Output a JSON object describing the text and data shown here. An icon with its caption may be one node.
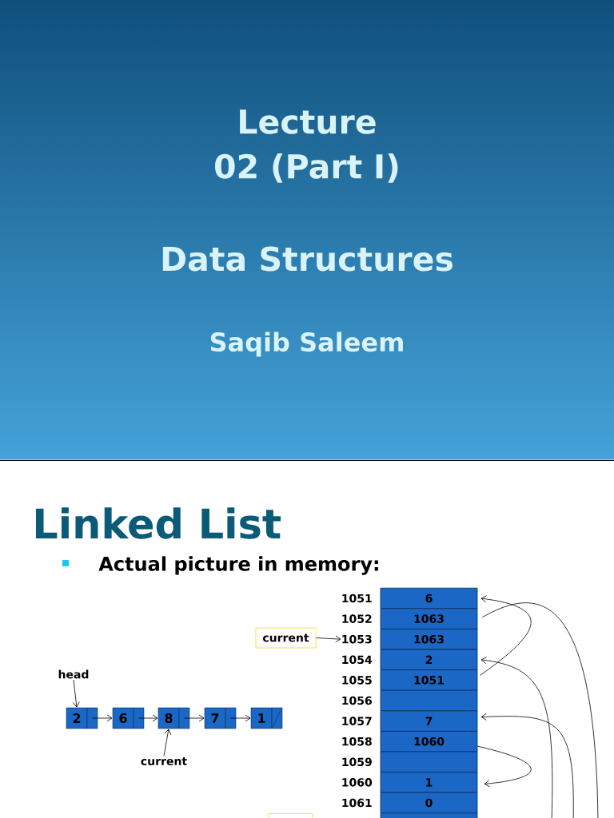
{
  "diagram": {
    "nodes": [
      {
        "text": [
          "head"
        ]
      },
      {
        "text": [
          "2"
        ]
      },
      {
        "text": [
          "6"
        ]
      },
      {
        "text": [
          "8"
        ]
      },
      {
        "text": [
          "7"
        ]
      },
      {
        "text": [
          "1"
        ]
      },
      {
        "text": [
          "current"
        ]
      },
      {
        "text": [
          "current"
        ]
      },
      {
        "text": [
          "6"
        ],
        "beside": [
          "1051"
        ]
      },
      {
        "text": [
          "1063"
        ],
        "beside": [
          "1052"
        ]
      },
      {
        "text": [
          "1063"
        ],
        "beside": [
          "1053"
        ]
      },
      {
        "text": [
          "2"
        ],
        "beside": [
          "1054"
        ]
      },
      {
        "text": [
          "1051"
        ],
        "beside": [
          "1055"
        ]
      },
      {
        "text": [],
        "shape": "box",
        "beside": [
          "1056"
        ]
      },
      {
        "text": [
          "7"
        ],
        "beside": [
          "1057"
        ]
      },
      {
        "text": [
          "1060"
        ],
        "beside": [
          "1058"
        ]
      },
      {
        "text": [],
        "shape": "box",
        "beside": [
          "1059"
        ]
      },
      {
        "text": [
          "1"
        ],
        "beside": [
          "1060"
        ]
      },
      {
        "text": [
          "0"
        ],
        "beside": [
          "1061"
        ]
      },
      {
        "text": [],
        "shape": "box"
      },
      {
        "text": [],
        "shape": "box"
      }
    ],
    "edges": [
      {
        "from": 0,
        "to": 1,
        "arrow": "to"
      },
      {
        "from": 1,
        "to": 2,
        "arrow": "to"
      },
      {
        "from": 2,
        "to": 3,
        "arrow": "to"
      },
      {
        "from": 3,
        "to": 4,
        "arrow": "to"
      },
      {
        "from": 4,
        "to": 5,
        "arrow": "to"
      },
      {
        "from": 6,
        "to": 3,
        "arrow": "to"
      },
      {
        "from": 7,
        "to": 10,
        "arrow": "to"
      },
      {
        "from": 12,
        "to": 8,
        "arrow": "to"
      },
      {
        "from": 9,
        "to": null,
        "arrow": "none"
      },
      {
        "from": null,
        "to": 11,
        "arrow": "to"
      },
      {
        "from": null,
        "to": 14,
        "arrow": "to"
      },
      {
        "from": 15,
        "to": 17,
        "arrow": "to"
      }
    ],
    "labels": [
      "Lecture 02 (Part I)",
      "Data Structures",
      "Saqib Saleem",
      "Linked List",
      "Actual picture in memory:"
    ]
  }
}
